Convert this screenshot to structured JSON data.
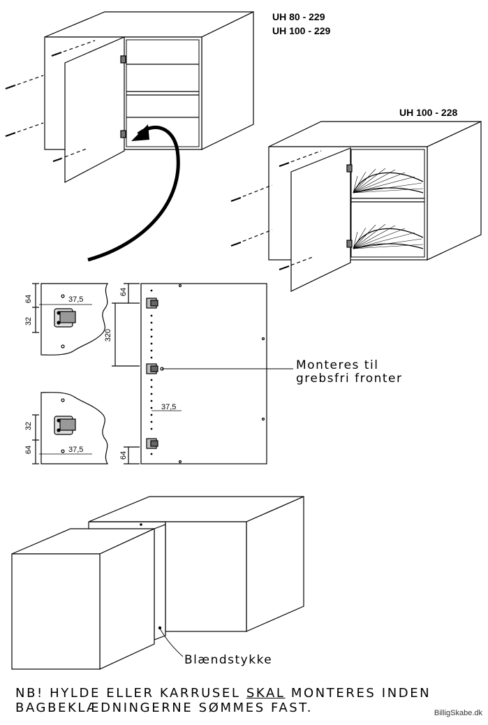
{
  "models": {
    "top_a": "UH 80 - 229",
    "top_b": "UH 100 - 229",
    "carousel": "UH 100 - 228"
  },
  "dimensions": {
    "d64": "64",
    "d32": "32",
    "d37_5": "37,5",
    "d320": "320"
  },
  "callouts": {
    "mount_line1": "Monteres til",
    "mount_line2": "grebsfri fronter",
    "blend": "Blændstykke"
  },
  "note": {
    "line1_pre": "NB! HYLDE ELLER KARRUSEL ",
    "line1_emph": "SKAL",
    "line1_post": " MONTERES INDEN",
    "line2": "BAGBEKLÆDNINGERNE SØMMES FAST."
  },
  "watermark": "BilligSkabe.dk"
}
